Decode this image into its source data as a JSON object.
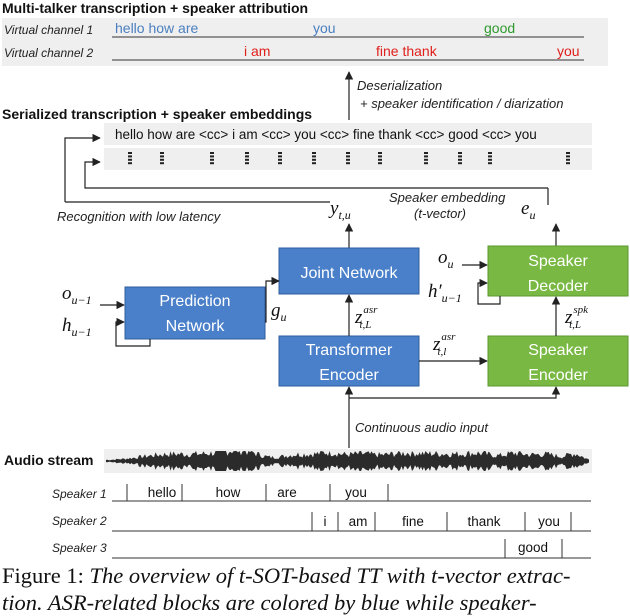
{
  "section_titles": {
    "multi_talker": "Multi-talker transcription + speaker attribution",
    "serialized": "Serialized transcription + speaker embeddings",
    "audio": "Audio stream"
  },
  "virtual_channels": [
    {
      "label": "Virtual channel 1",
      "words": [
        {
          "text": "hello how are",
          "color": "#4a7fc0"
        },
        {
          "text": "you",
          "color": "#4a7fc0"
        },
        {
          "text": "good",
          "color": "#2e9a2e"
        }
      ]
    },
    {
      "label": "Virtual channel 2",
      "words": [
        {
          "text": "i am",
          "color": "#e0201b"
        },
        {
          "text": "fine thank",
          "color": "#e0201b"
        },
        {
          "text": "you",
          "color": "#e0201b"
        }
      ]
    }
  ],
  "serialized_text": "hello how are <cc> i am <cc> you <cc> fine thank <cc> good <cc> you",
  "annotations": {
    "deserialization_1": "Deserialization",
    "deserialization_2": "+ speaker identification / diarization",
    "recognition": "Recognition with low latency",
    "speaker_embedding_1": "Speaker embedding",
    "speaker_embedding_2": "(t-vector)",
    "continuous_audio": "Continuous audio input"
  },
  "blocks": {
    "prediction_network": [
      "Prediction",
      "Network"
    ],
    "joint_network": [
      "Joint Network"
    ],
    "transformer_encoder": [
      "Transformer",
      "Encoder"
    ],
    "speaker_decoder": [
      "Speaker",
      "Decoder"
    ],
    "speaker_encoder": [
      "Speaker",
      "Encoder"
    ]
  },
  "math_labels": {
    "y": "y",
    "y_sub": "t,u",
    "e": "e",
    "e_sub": "u",
    "o_in": "o",
    "o_in_sub": "u−1",
    "h_in": "h",
    "h_in_sub": "u−1",
    "g": "g",
    "g_sub": "u",
    "z_joint": "z",
    "z_joint_sup": "asr",
    "z_joint_sub": "t,L",
    "z_mid": "z",
    "z_mid_sup": "asr",
    "z_mid_sub": "t,l",
    "o_spk": "o",
    "o_spk_sub": "u",
    "h_spk": "h′",
    "h_spk_sub": "u−1",
    "z_spk": "z",
    "z_spk_sup": "spk",
    "z_spk_sub": "t,L"
  },
  "speakers": [
    {
      "label": "Speaker 1",
      "words": [
        "hello",
        "how",
        "are",
        "you"
      ]
    },
    {
      "label": "Speaker 2",
      "words": [
        "i",
        "am",
        "fine",
        "thank",
        "you"
      ]
    },
    {
      "label": "Speaker 3",
      "words": [
        "good"
      ]
    }
  ],
  "caption": {
    "prefix": "Figure 1: ",
    "line1_italic": "The overview of t-SOT-based TT with t-vector extrac-",
    "line2_italic": "tion.  ASR-related blocks are colored by blue while speaker-"
  },
  "colors": {
    "asr_blue": "#4a7fc9",
    "speaker_green": "#79b943",
    "channel_bg": "#efefef"
  }
}
